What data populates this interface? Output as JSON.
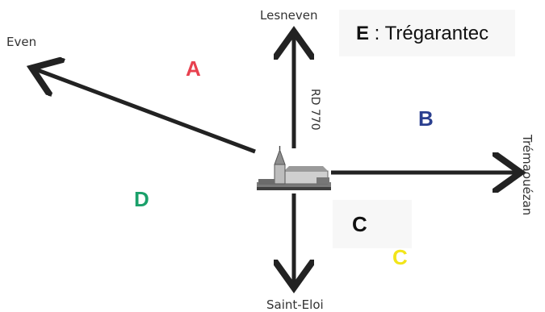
{
  "legend": {
    "key": "E",
    "separator": " : ",
    "name": "Trégarantec"
  },
  "places": {
    "north": "Lesneven",
    "northwest": "Even",
    "east": "Trémaouézan",
    "south": "Saint-Eloi"
  },
  "road_label": "RD 770",
  "zones": [
    {
      "id": "A",
      "label": "A",
      "color": "#e8414f"
    },
    {
      "id": "B",
      "label": "B",
      "color": "#2a3f8f"
    },
    {
      "id": "D",
      "label": "D",
      "color": "#1aa06a"
    },
    {
      "id": "C-box",
      "label": "C",
      "color": "#111111"
    },
    {
      "id": "C",
      "label": "C",
      "color": "#f2e51a"
    }
  ],
  "icons": {
    "center": "church-icon"
  }
}
